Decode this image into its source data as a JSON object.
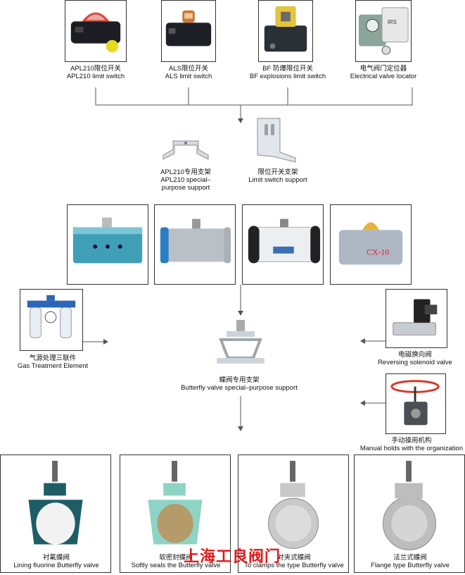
{
  "top_row": [
    {
      "zh": "APL210限位开关",
      "en": "APL210 limit switch",
      "icon": "limit-switch-icon"
    },
    {
      "zh": "ALS限位开关",
      "en": "ALS limit switch",
      "icon": "limit-switch-icon"
    },
    {
      "zh": "BF 防爆限位开关",
      "en": "BF explosions limit switch",
      "icon": "explosion-proof-switch-icon"
    },
    {
      "zh": "电气阀门定位器",
      "en": "Electrical valve locator",
      "icon": "valve-positioner-icon"
    }
  ],
  "supports": [
    {
      "lines": [
        "APL210专用支架",
        "APL210 special–",
        "purpose support"
      ],
      "icon": "bracket-icon"
    },
    {
      "lines": [
        "限位开关支架",
        "Limit switch support"
      ],
      "icon": "bracket-icon"
    }
  ],
  "actuators": [
    {
      "icon": "pneumatic-actuator-icon"
    },
    {
      "icon": "pneumatic-actuator-icon"
    },
    {
      "icon": "pneumatic-actuator-icon"
    },
    {
      "icon": "electric-actuator-icon",
      "label": "CX-10"
    }
  ],
  "gas_treatment": {
    "zh": "气源处理三联件",
    "en": "Gas Treatment Element",
    "icon": "filter-regulator-icon"
  },
  "solenoid": {
    "zh": "电磁换向阀",
    "en": "Reversing solenoid valve",
    "icon": "solenoid-valve-icon"
  },
  "manual": {
    "zh": "手动操用机构",
    "en": "Manual holds with the organization",
    "icon": "handwheel-icon"
  },
  "center_support": {
    "zh": "蝶阀专用支架",
    "en": "Butterfly valve special–purpose support",
    "icon": "valve-bracket-icon"
  },
  "valves": [
    {
      "zh": "衬氟蝶阀",
      "en": "Lining fluorine Butterfly valve",
      "icon": "butterfly-valve-icon",
      "body": "#1f5d66",
      "disc": "#f2f2f2"
    },
    {
      "zh": "软密封蝶阀",
      "en": "Softly seals the Butterfly valve",
      "icon": "butterfly-valve-icon",
      "body": "#8fd3c4",
      "disc": "#b59a6a"
    },
    {
      "zh": "对夹式蝶阀",
      "en": "To clamps the type Butterfly valve",
      "icon": "butterfly-valve-icon",
      "body": "#c9c9c9",
      "disc": "#dcdcdc"
    },
    {
      "zh": "法兰式蝶阀",
      "en": "Flange type Butterfly valve",
      "icon": "butterfly-valve-icon",
      "body": "#bdbdbd",
      "disc": "#d5d5d5"
    }
  ],
  "watermark": "上海工良阀门"
}
